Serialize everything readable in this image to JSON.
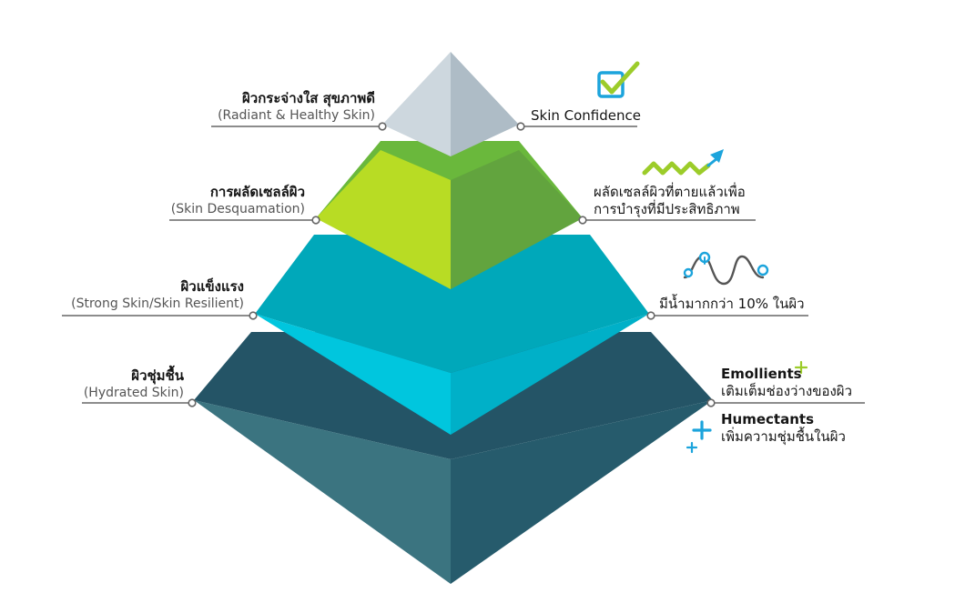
{
  "left_labels": [
    {
      "thai": "ผิวกระจ่างใส สุขภาพดี",
      "english": "(Radiant & Healthy Skin)"
    },
    {
      "thai": "การผลัดเซลล์ผิว",
      "english": "(Skin Desquamation)"
    },
    {
      "thai": "ผิวแข็งแรง",
      "english": "(Strong Skin/Skin Resilient)"
    },
    {
      "thai": "ผิวชุ่มชื้น",
      "english": "(Hydrated Skin)"
    }
  ],
  "right_labels": {
    "confidence": "Skin Confidence",
    "renewal_line1": "ผลัดเซลล์ผิวที่ตายแล้วเพื่อ",
    "renewal_line2": "การบำรุงที่มีประสิทธิภาพ",
    "water": "มีน้ำมากกว่า 10% ในผิว",
    "emollients_title": "Emollients",
    "emollients_desc": "เติมเต็มช่องว่างของผิว",
    "humectants_title": "Humectants",
    "humectants_desc": "เพิ่มความชุ่มชื้นในผิว"
  },
  "icons": [
    "checkbox-check-icon",
    "zigzag-arrow-icon",
    "wave-icon",
    "plus-icon"
  ],
  "colors": {
    "tier1_left": "#cdd7de",
    "tier1_right": "#aebcc6",
    "tier2_left": "#b8dc24",
    "tier2_right": "#62a43e",
    "tier2_top": "#6ab83c",
    "tier3_left": "#00c6de",
    "tier3_right": "#00b0c8",
    "tier3_top": "#00a8ba",
    "tier4_left": "#3b7480",
    "tier4_right": "#265b6c",
    "tier4_top": "#245466",
    "leader": "#666666",
    "accent_green": "#9ccc2a",
    "accent_blue": "#1ca4dc"
  }
}
